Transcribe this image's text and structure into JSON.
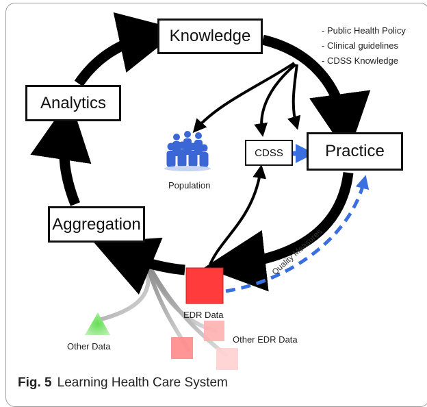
{
  "nodes": {
    "knowledge": "Knowledge",
    "analytics": "Analytics",
    "aggregation": "Aggregation",
    "practice": "Practice",
    "cdss": "CDSS",
    "population": "Population",
    "edr_data": "EDR Data",
    "other_data": "Other Data",
    "other_edr_data": "Other EDR Data"
  },
  "knowledge_notes": [
    "- Public Health Policy",
    "- Clinical guidelines",
    "- CDSS Knowledge"
  ],
  "quality_label": "Quality Measures",
  "caption": {
    "figure": "Fig. 5",
    "title": "Learning Health Care System"
  },
  "colors": {
    "cycle_arrows": "#000000",
    "edr_red": "#ff3b3b",
    "quality_blue": "#3a6fe0",
    "population_blue": "#3b66d6",
    "other_data_green": "#66dd55",
    "other_edr_pink": "#ff8a8a",
    "feeder_gray": "#9a9a9a"
  }
}
